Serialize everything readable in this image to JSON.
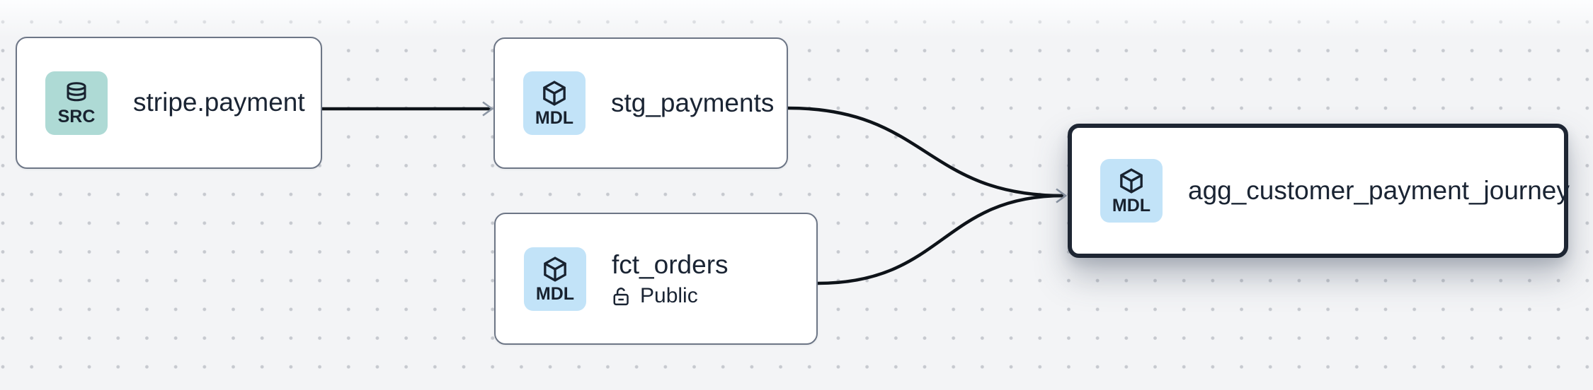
{
  "app": {
    "view": "data-lineage-graph"
  },
  "canvas": {
    "background": "#f3f4f6",
    "dot_color": "#c6c9cf"
  },
  "nodes": [
    {
      "title": "stripe.payment",
      "type_badge": {
        "label": "SRC",
        "icon": "database-icon",
        "color": "#aedad5"
      },
      "selected": false
    },
    {
      "title": "stg_payments",
      "type_badge": {
        "label": "MDL",
        "icon": "cube-icon",
        "color": "#c2e3f8"
      },
      "selected": false
    },
    {
      "title": "fct_orders",
      "type_badge": {
        "label": "MDL",
        "icon": "cube-icon",
        "color": "#c2e3f8"
      },
      "access": {
        "label": "Public",
        "icon": "lock-open-icon"
      },
      "selected": false
    },
    {
      "title": "agg_customer_payment_journey",
      "type_badge": {
        "label": "MDL",
        "icon": "cube-icon",
        "color": "#c2e3f8"
      },
      "selected": true
    }
  ],
  "edges": [
    {
      "from": "stripe.payment",
      "to": "stg_payments"
    },
    {
      "from": "stg_payments",
      "to": "agg_customer_payment_journey"
    },
    {
      "from": "fct_orders",
      "to": "agg_customer_payment_journey"
    }
  ],
  "colors": {
    "edge": "#0e1319",
    "arrowhead": "#8c96a4",
    "node_border": "#6d7686",
    "selected_border": "#1e2633",
    "text": "#1a2433"
  }
}
